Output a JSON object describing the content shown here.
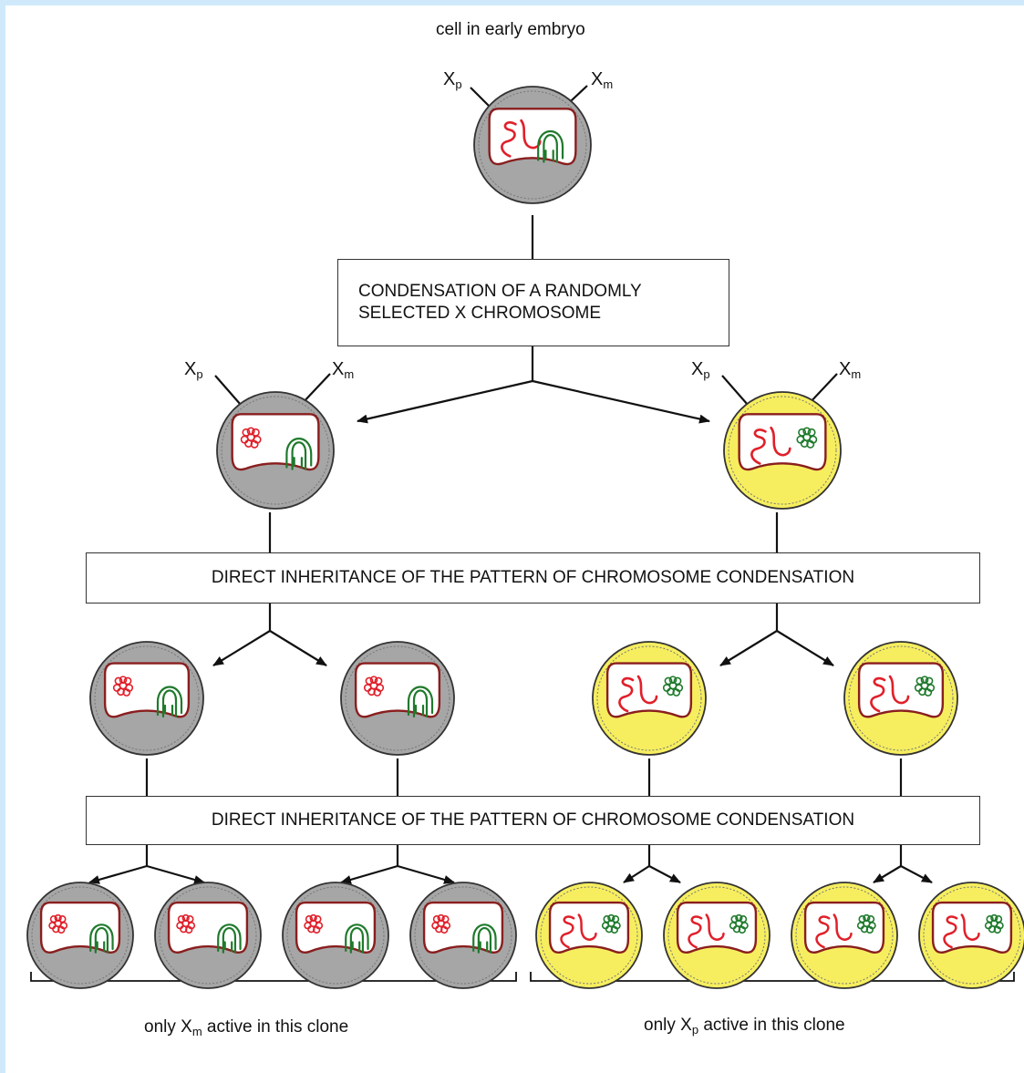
{
  "top_caption": "cell in early embryo",
  "x_paternal": {
    "base": "X",
    "sub": "p"
  },
  "x_maternal": {
    "base": "X",
    "sub": "m"
  },
  "step1": [
    "CONDENSATION OF A RANDOMLY",
    "SELECTED X CHROMOSOME"
  ],
  "step2": "DIRECT INHERITANCE OF THE PATTERN OF CHROMOSOME CONDENSATION",
  "step3": "DIRECT INHERITANCE OF THE PATTERN OF CHROMOSOME CONDENSATION",
  "clone_left": {
    "pre": "only X",
    "sub": "m",
    "post": " active in this clone"
  },
  "clone_right": {
    "pre": "only X",
    "sub": "p",
    "post": " active in this clone"
  },
  "colors": {
    "paternal": "#e0202a",
    "maternal": "#1f7a2c",
    "cell_gray": "#a6a6a6",
    "cell_yellow": "#f6ee5f",
    "nucleus_border": "#8a1e1e"
  }
}
